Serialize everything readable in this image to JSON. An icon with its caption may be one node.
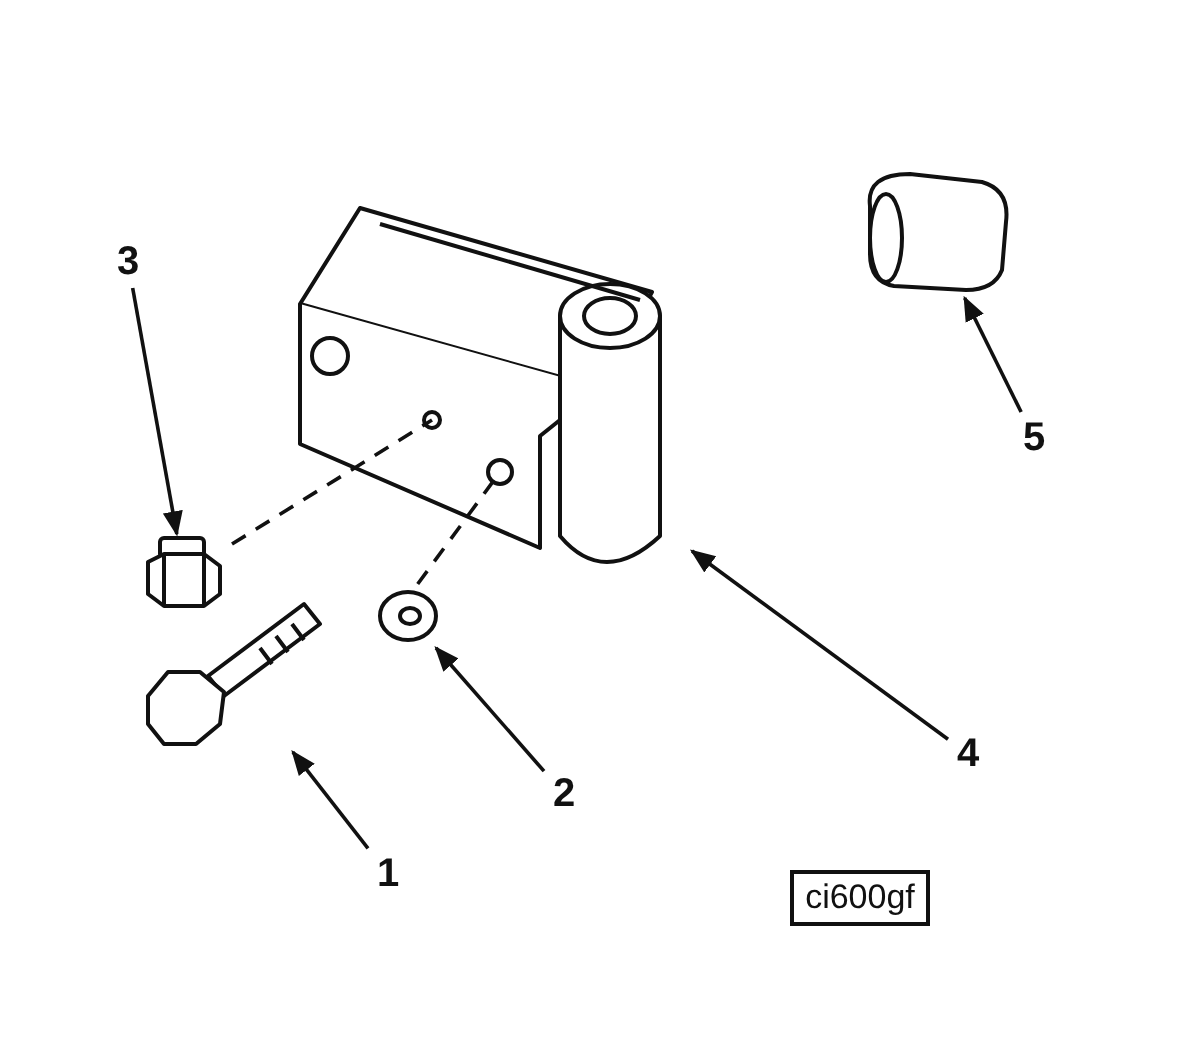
{
  "diagram": {
    "nodes": [
      {
        "text": [
          "3"
        ]
      },
      {
        "text": [],
        "shape": "picture"
      },
      {
        "text": [
          "5"
        ]
      },
      {
        "text": [],
        "shape": "picture"
      },
      {
        "text": [],
        "shape": "picture"
      },
      {
        "text": [],
        "shape": "picture"
      },
      {
        "text": [],
        "shape": "picture"
      },
      {
        "text": [
          "4"
        ]
      },
      {
        "text": [
          "2"
        ]
      },
      {
        "text": [
          "1"
        ]
      },
      {
        "text": [
          "ci600gf"
        ]
      }
    ],
    "edges": [
      {
        "from": 0,
        "to": 1,
        "arrow": "to"
      },
      {
        "from": 2,
        "to": 3,
        "arrow": "to"
      },
      {
        "from": 1,
        "to": 4,
        "arrow": "none",
        "style": "dashed"
      },
      {
        "from": 5,
        "to": 4,
        "arrow": "none",
        "style": "dashed"
      },
      {
        "from": 7,
        "to": 4,
        "arrow": "to"
      },
      {
        "from": 8,
        "to": 5,
        "arrow": "to"
      },
      {
        "from": 9,
        "to": 6,
        "arrow": "to"
      }
    ]
  }
}
